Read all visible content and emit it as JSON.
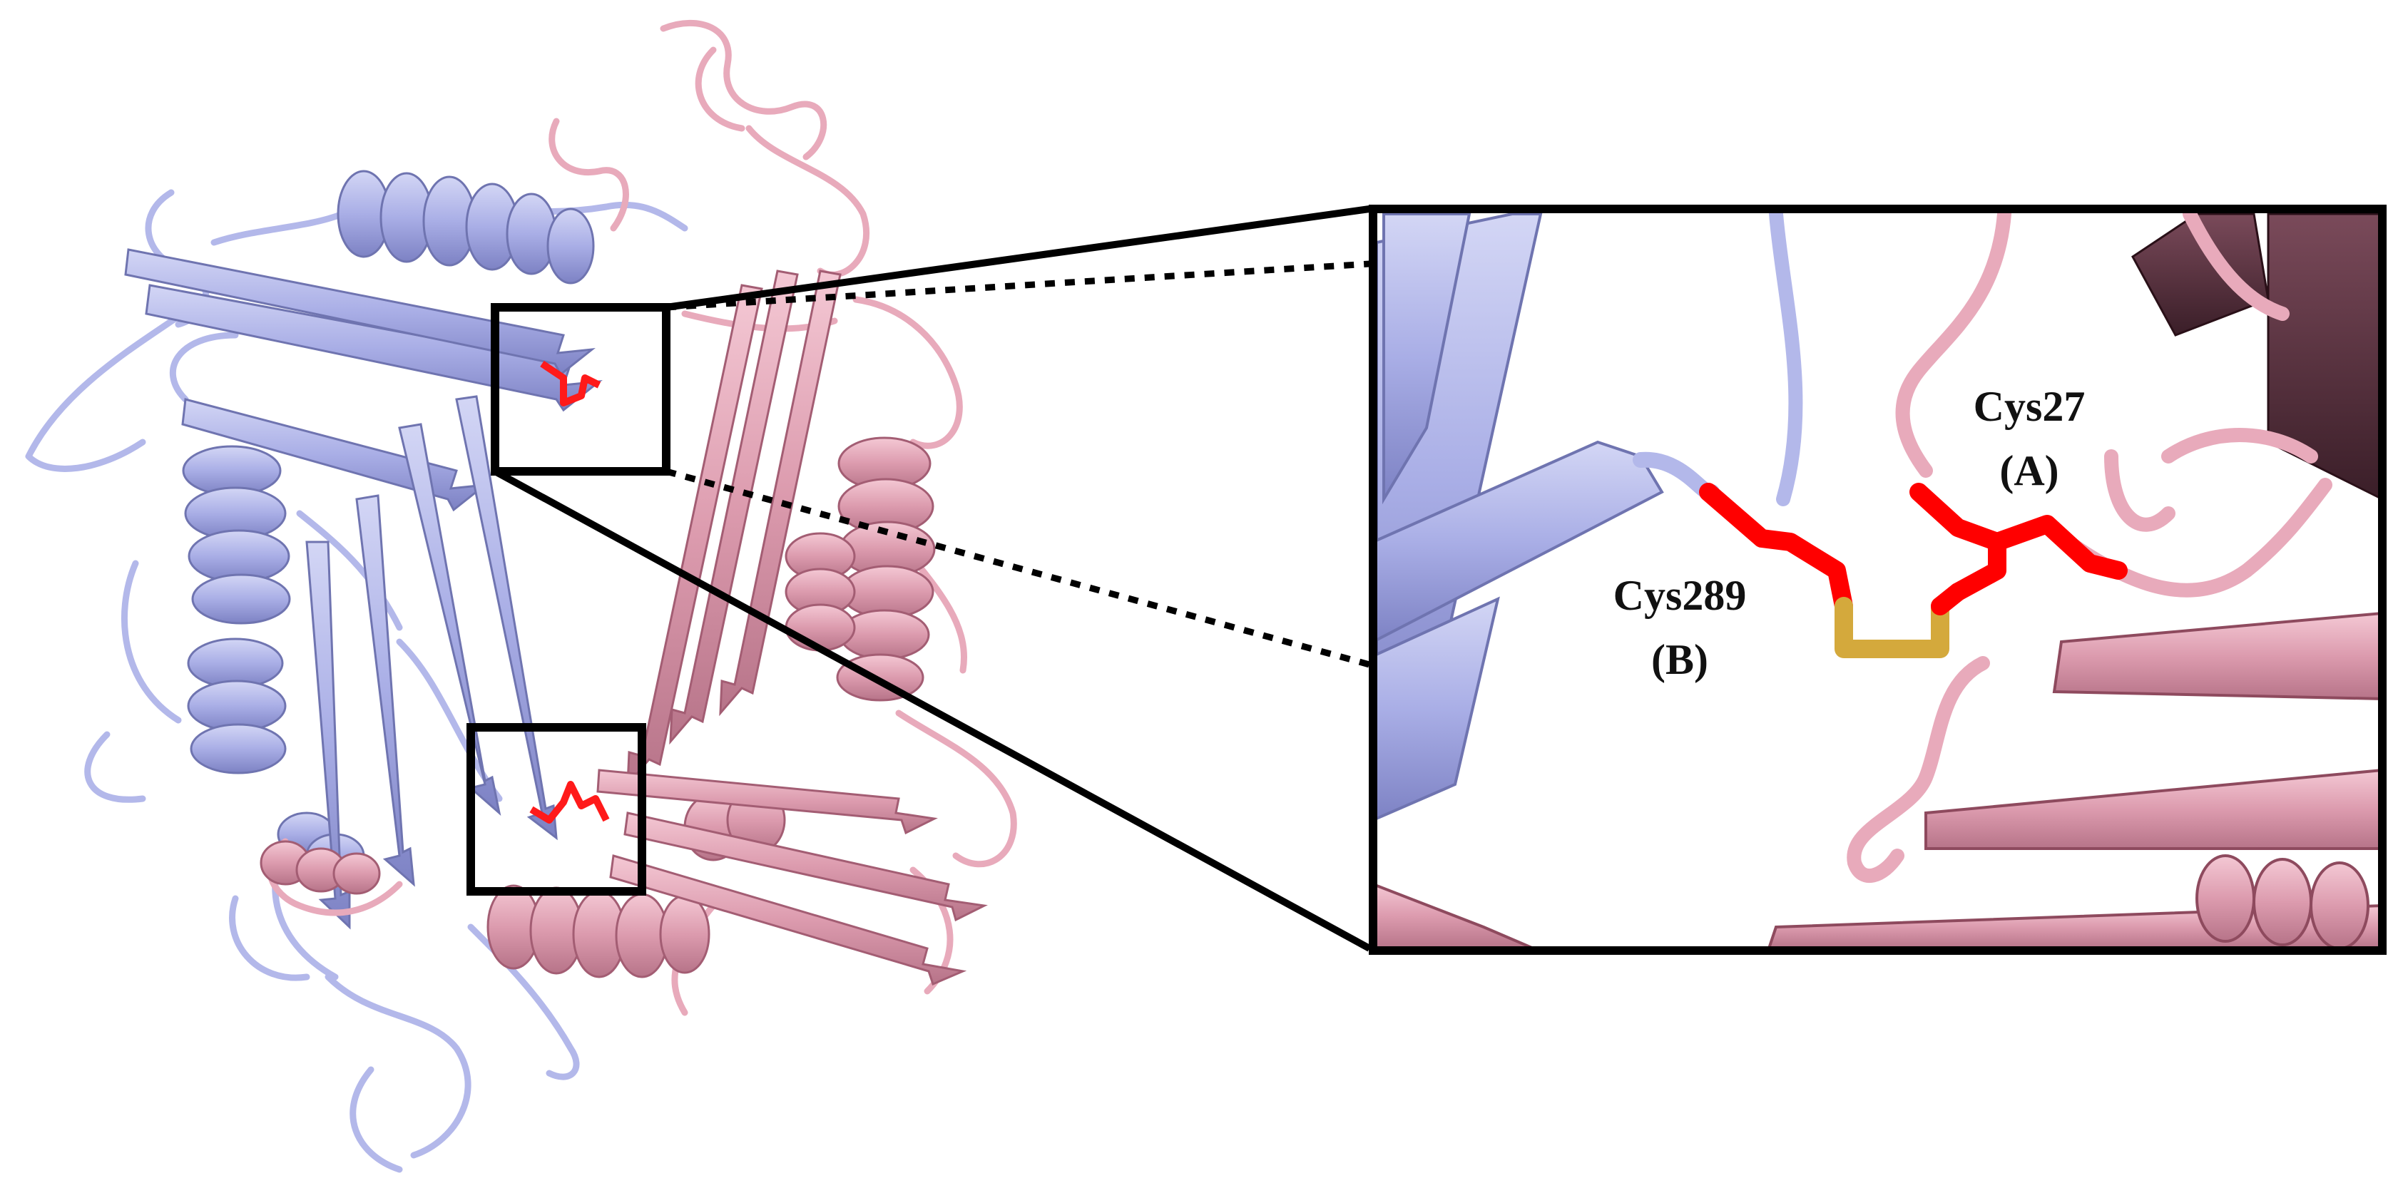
{
  "labels": {
    "residue_b": {
      "name": "Cys289",
      "chain": "(B)"
    },
    "residue_a": {
      "name": "Cys27",
      "chain": "(A)"
    }
  },
  "colors": {
    "chain_b": "#b3b8ea",
    "chain_a": "#e8aabb",
    "cysteine": "#ff0000",
    "disulfide": "#d4a93c",
    "frame": "#000000"
  },
  "icons": [
    "disulfide-bond-icon"
  ]
}
